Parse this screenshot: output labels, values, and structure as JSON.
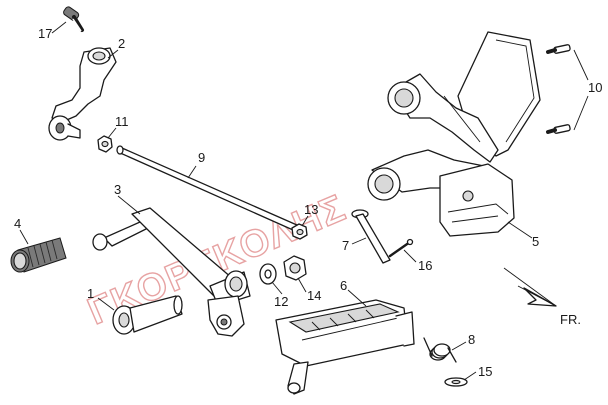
{
  "callouts": {
    "c1": "1",
    "c2": "2",
    "c3": "3",
    "c4": "4",
    "c5": "5",
    "c6": "6",
    "c7": "7",
    "c8": "8",
    "c9": "9",
    "c10": "10",
    "c11": "11",
    "c12": "12",
    "c13": "13",
    "c14": "14",
    "c15": "15",
    "c16": "16",
    "c17": "17"
  },
  "direction_label": "FR.",
  "watermark": "ΓΚΟΡΓΚΟΛΗΣ",
  "colors": {
    "line": "#1a1a1a",
    "watermark": "#e7a3a3",
    "shade": "#d9d9d9"
  }
}
